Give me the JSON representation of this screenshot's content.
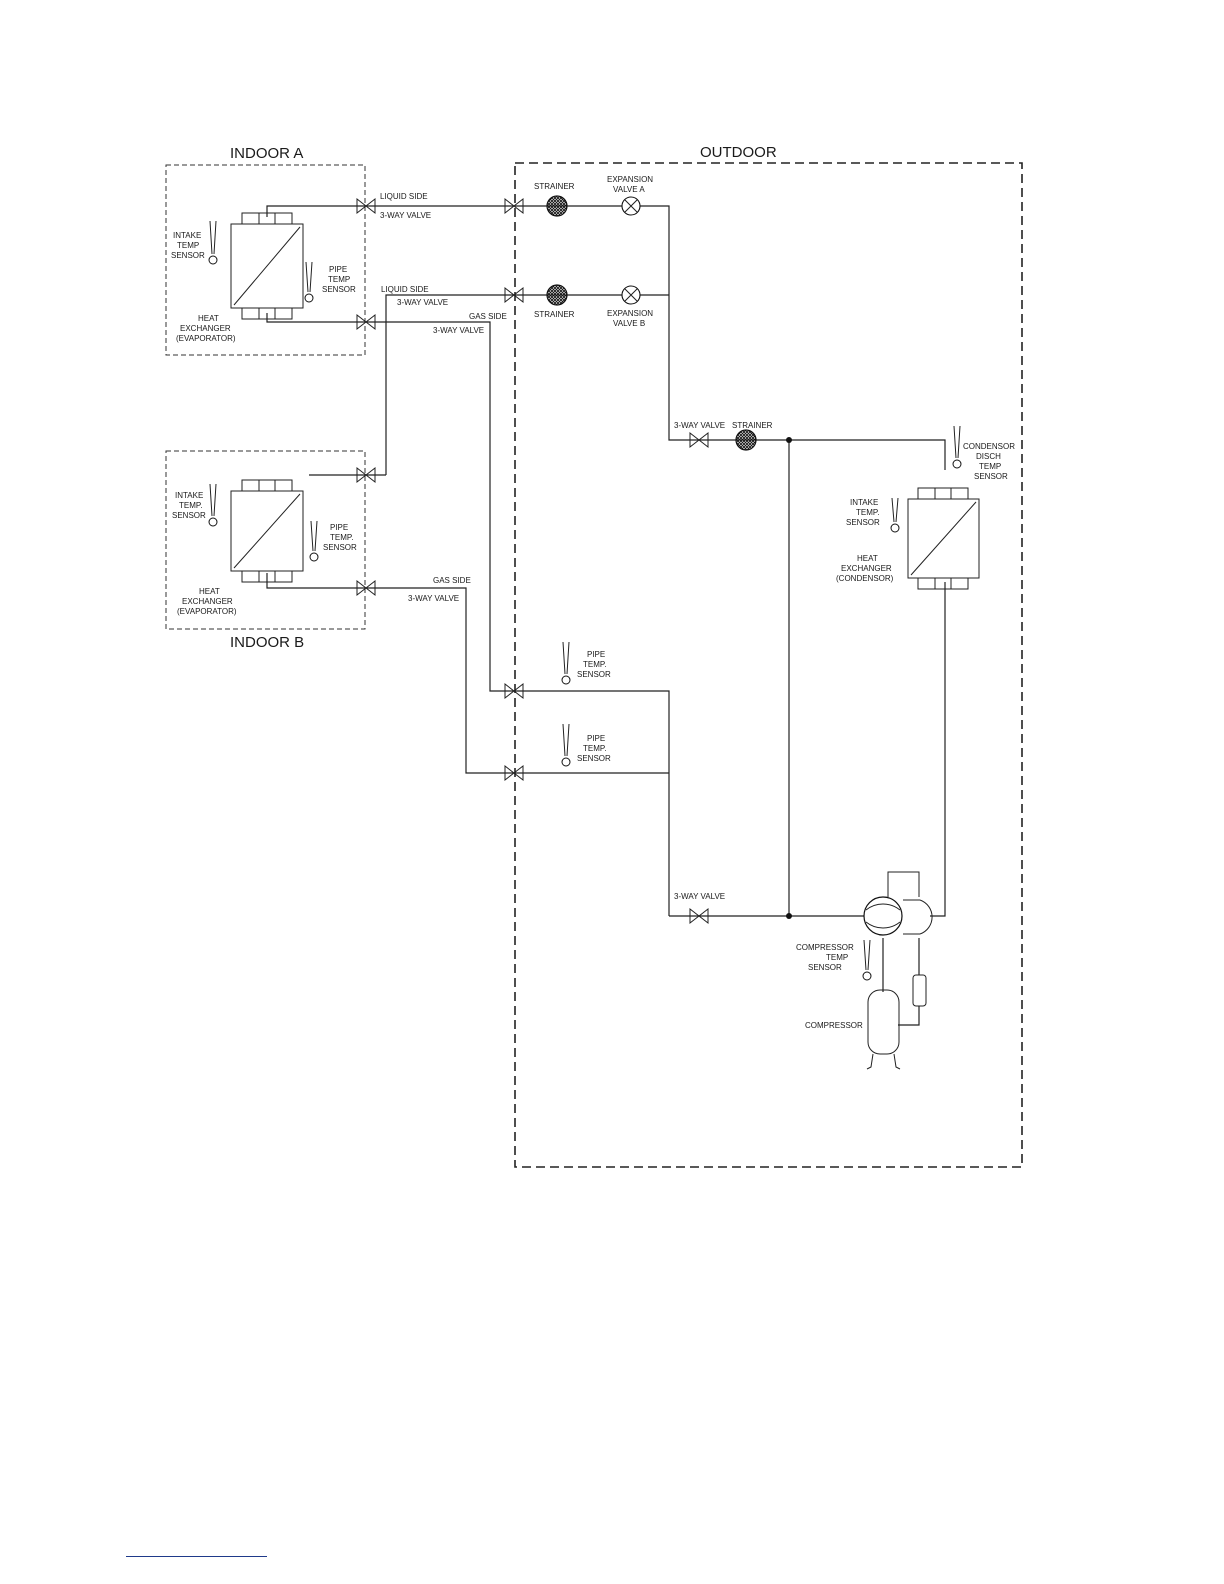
{
  "titles": {
    "indoor_a": "INDOOR A",
    "indoor_b": "INDOOR B",
    "outdoor": "OUTDOOR"
  },
  "labels": {
    "liquid_side": "LIQUID SIDE",
    "three_way_valve": "3-WAY VALVE",
    "three_way_valve_caps": "3-WAY VALVE",
    "gas_side": "GAS SIDE",
    "strainer": "STRAINER",
    "expansion_valve_a": [
      "EXPANSION",
      "VALVE A"
    ],
    "expansion_valve_b": [
      "EXPANSION",
      "VALVE B"
    ],
    "intake_temp_sensor": [
      "INTAKE",
      "TEMP",
      "SENSOR"
    ],
    "intake_temp_sensor_dot": [
      "INTAKE",
      "TEMP.",
      "SENSOR"
    ],
    "pipe_temp_sensor": [
      "PIPE",
      "TEMP",
      "SENSOR"
    ],
    "pipe_temp_sensor_dot": [
      "PIPE",
      "TEMP.",
      "SENSOR"
    ],
    "heat_exchanger_evaporator": [
      "HEAT",
      "EXCHANGER",
      "(EVAPORATOR)"
    ],
    "heat_exchanger_condensor": [
      "HEAT",
      "EXCHANGER",
      "(CONDENSOR)"
    ],
    "condensor_disch_temp_sensor": [
      "CONDENSOR",
      "DISCH",
      "TEMP",
      "SENSOR"
    ],
    "compressor_temp_sensor": [
      "COMPRESSOR",
      "TEMP",
      "SENSOR"
    ],
    "compressor": "COMPRESSOR"
  },
  "colors": {
    "line": "#222222",
    "footer_rule": "#1f3a8a"
  }
}
